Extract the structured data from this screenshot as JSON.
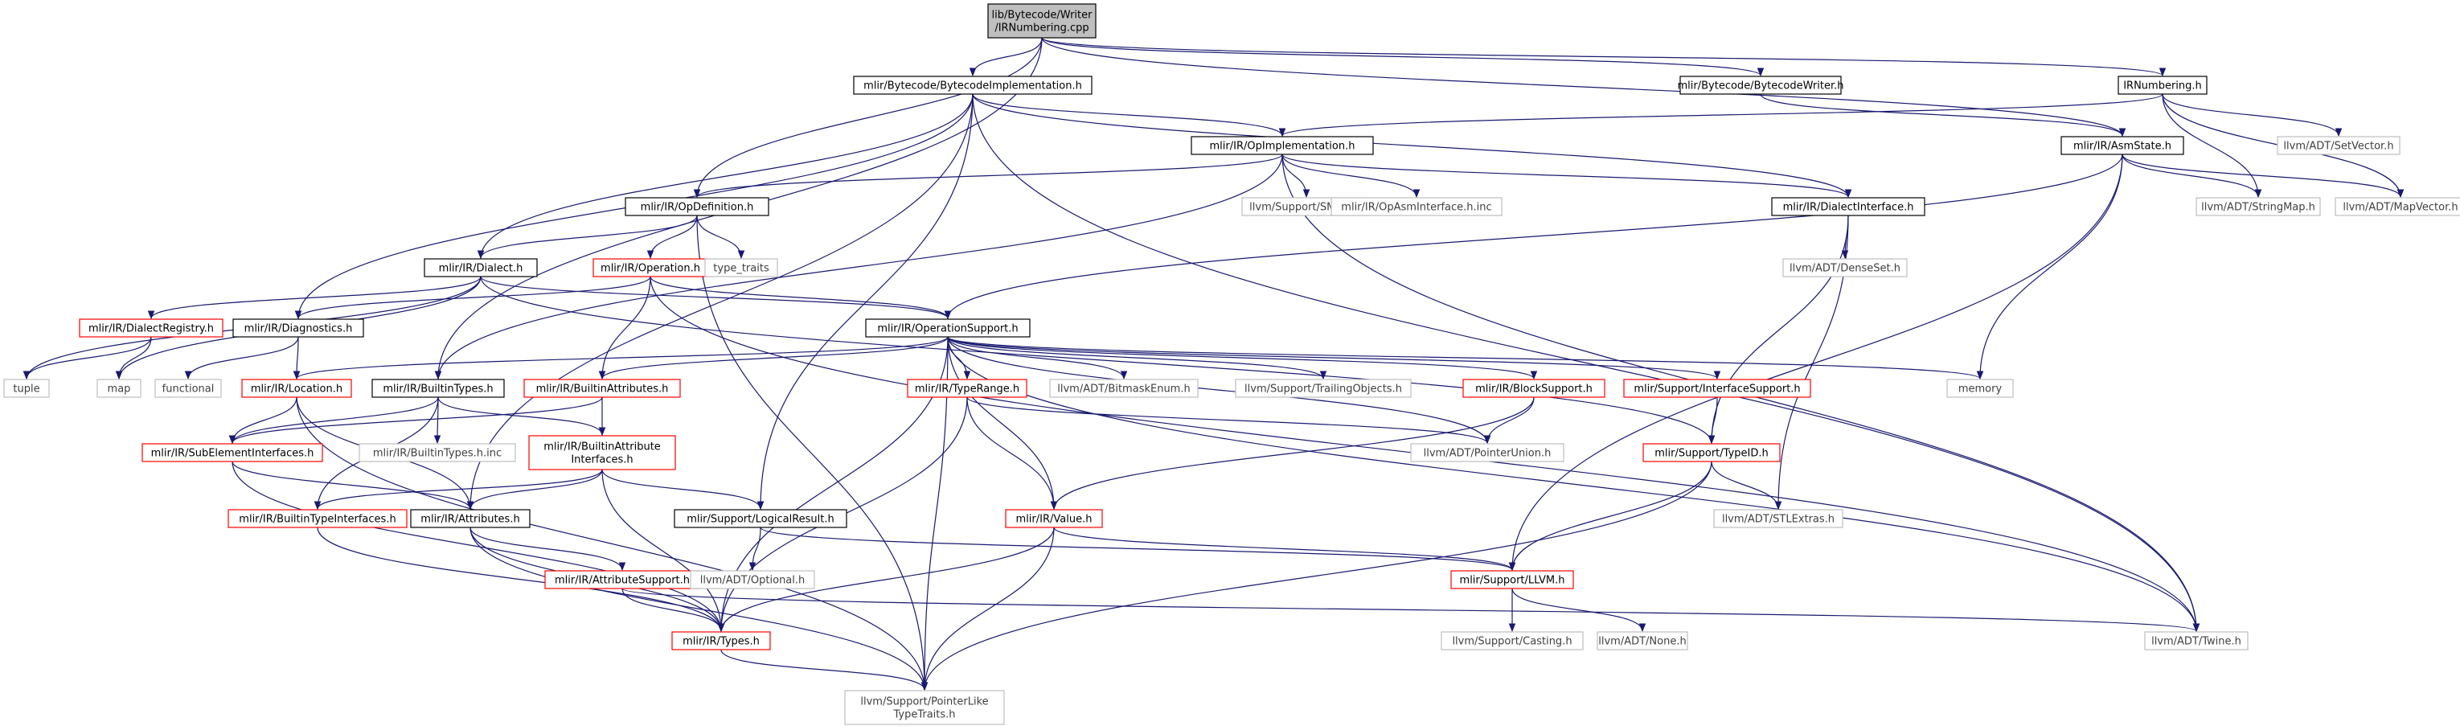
{
  "colors": {
    "edge": "#191970",
    "root_fill": "#bfbfbf",
    "border_default": "#000000",
    "border_truncated": "#ff0000",
    "border_external": "#bfbfbf",
    "text_default": "#000000",
    "text_external": "#404040"
  },
  "nodes": [
    {
      "id": "root",
      "label": [
        "lib/Bytecode/Writer",
        "/IRNumbering.cpp"
      ],
      "kind": "root"
    },
    {
      "id": "bcimpl",
      "label": [
        "mlir/Bytecode/BytecodeImplementation.h"
      ],
      "kind": "default"
    },
    {
      "id": "bcwriter",
      "label": [
        "mlir/Bytecode/BytecodeWriter.h"
      ],
      "kind": "default"
    },
    {
      "id": "irnum",
      "label": [
        "IRNumbering.h"
      ],
      "kind": "default"
    },
    {
      "id": "opimpl",
      "label": [
        "mlir/IR/OpImplementation.h"
      ],
      "kind": "default"
    },
    {
      "id": "asmstate",
      "label": [
        "mlir/IR/AsmState.h"
      ],
      "kind": "default"
    },
    {
      "id": "setvector",
      "label": [
        "llvm/ADT/SetVector.h"
      ],
      "kind": "external"
    },
    {
      "id": "opdef",
      "label": [
        "mlir/IR/OpDefinition.h"
      ],
      "kind": "default"
    },
    {
      "id": "smloc",
      "label": [
        "llvm/Support/SMLoc.h"
      ],
      "kind": "external"
    },
    {
      "id": "opasm",
      "label": [
        "mlir/IR/OpAsmInterface.h.inc"
      ],
      "kind": "external"
    },
    {
      "id": "dialectiface",
      "label": [
        "mlir/IR/DialectInterface.h"
      ],
      "kind": "default"
    },
    {
      "id": "stringmap",
      "label": [
        "llvm/ADT/StringMap.h"
      ],
      "kind": "external"
    },
    {
      "id": "mapvector",
      "label": [
        "llvm/ADT/MapVector.h"
      ],
      "kind": "external"
    },
    {
      "id": "dialect",
      "label": [
        "mlir/IR/Dialect.h"
      ],
      "kind": "default"
    },
    {
      "id": "operation",
      "label": [
        "mlir/IR/Operation.h"
      ],
      "kind": "truncated"
    },
    {
      "id": "typetraits",
      "label": [
        "type_traits"
      ],
      "kind": "external"
    },
    {
      "id": "denseset",
      "label": [
        "llvm/ADT/DenseSet.h"
      ],
      "kind": "external"
    },
    {
      "id": "dialectreg",
      "label": [
        "mlir/IR/DialectRegistry.h"
      ],
      "kind": "truncated"
    },
    {
      "id": "diagnostics",
      "label": [
        "mlir/IR/Diagnostics.h"
      ],
      "kind": "default"
    },
    {
      "id": "opsupport",
      "label": [
        "mlir/IR/OperationSupport.h"
      ],
      "kind": "default"
    },
    {
      "id": "tuple",
      "label": [
        "tuple"
      ],
      "kind": "external"
    },
    {
      "id": "map",
      "label": [
        "map"
      ],
      "kind": "external"
    },
    {
      "id": "functional",
      "label": [
        "functional"
      ],
      "kind": "external"
    },
    {
      "id": "location",
      "label": [
        "mlir/IR/Location.h"
      ],
      "kind": "truncated"
    },
    {
      "id": "builtintypes",
      "label": [
        "mlir/IR/BuiltinTypes.h"
      ],
      "kind": "default"
    },
    {
      "id": "builtinattrs",
      "label": [
        "mlir/IR/BuiltinAttributes.h"
      ],
      "kind": "truncated"
    },
    {
      "id": "typerange",
      "label": [
        "mlir/IR/TypeRange.h"
      ],
      "kind": "truncated"
    },
    {
      "id": "bitmask",
      "label": [
        "llvm/ADT/BitmaskEnum.h"
      ],
      "kind": "external"
    },
    {
      "id": "trailing",
      "label": [
        "llvm/Support/TrailingObjects.h"
      ],
      "kind": "external"
    },
    {
      "id": "blocksupport",
      "label": [
        "mlir/IR/BlockSupport.h"
      ],
      "kind": "truncated"
    },
    {
      "id": "ifacesupport",
      "label": [
        "mlir/Support/InterfaceSupport.h"
      ],
      "kind": "truncated"
    },
    {
      "id": "memory",
      "label": [
        "memory"
      ],
      "kind": "external"
    },
    {
      "id": "subelem",
      "label": [
        "mlir/IR/SubElementInterfaces.h"
      ],
      "kind": "truncated"
    },
    {
      "id": "builtintypesinc",
      "label": [
        "mlir/IR/BuiltinTypes.h.inc"
      ],
      "kind": "external"
    },
    {
      "id": "builtinattrifaces",
      "label": [
        "mlir/IR/BuiltinAttribute",
        "Interfaces.h"
      ],
      "kind": "truncated"
    },
    {
      "id": "ptrunion",
      "label": [
        "llvm/ADT/PointerUnion.h"
      ],
      "kind": "external"
    },
    {
      "id": "typeid",
      "label": [
        "mlir/Support/TypeID.h"
      ],
      "kind": "truncated"
    },
    {
      "id": "builtintypeifaces",
      "label": [
        "mlir/IR/BuiltinTypeInterfaces.h"
      ],
      "kind": "truncated"
    },
    {
      "id": "attributes",
      "label": [
        "mlir/IR/Attributes.h"
      ],
      "kind": "default"
    },
    {
      "id": "logicalresult",
      "label": [
        "mlir/Support/LogicalResult.h"
      ],
      "kind": "default"
    },
    {
      "id": "value",
      "label": [
        "mlir/IR/Value.h"
      ],
      "kind": "truncated"
    },
    {
      "id": "stlextras",
      "label": [
        "llvm/ADT/STLExtras.h"
      ],
      "kind": "external"
    },
    {
      "id": "attrsupport",
      "label": [
        "mlir/IR/AttributeSupport.h"
      ],
      "kind": "truncated"
    },
    {
      "id": "optional",
      "label": [
        "llvm/ADT/Optional.h"
      ],
      "kind": "external"
    },
    {
      "id": "llvm",
      "label": [
        "mlir/Support/LLVM.h"
      ],
      "kind": "truncated"
    },
    {
      "id": "types",
      "label": [
        "mlir/IR/Types.h"
      ],
      "kind": "truncated"
    },
    {
      "id": "casting",
      "label": [
        "llvm/Support/Casting.h"
      ],
      "kind": "external"
    },
    {
      "id": "none",
      "label": [
        "llvm/ADT/None.h"
      ],
      "kind": "external"
    },
    {
      "id": "twine",
      "label": [
        "llvm/ADT/Twine.h"
      ],
      "kind": "external"
    },
    {
      "id": "ptrlike",
      "label": [
        "llvm/Support/PointerLike",
        "TypeTraits.h"
      ],
      "kind": "external"
    }
  ],
  "edges": [
    [
      "root",
      "bcimpl"
    ],
    [
      "root",
      "bcwriter"
    ],
    [
      "root",
      "irnum"
    ],
    [
      "root",
      "opdef"
    ],
    [
      "root",
      "builtintypes"
    ],
    [
      "root",
      "asmstate"
    ],
    [
      "bcimpl",
      "opimpl"
    ],
    [
      "bcimpl",
      "dialect"
    ],
    [
      "bcimpl",
      "diagnostics"
    ],
    [
      "bcimpl",
      "dialectiface"
    ],
    [
      "bcimpl",
      "attributes"
    ],
    [
      "bcimpl",
      "logicalresult"
    ],
    [
      "bcimpl",
      "twine"
    ],
    [
      "bcwriter",
      "asmstate"
    ],
    [
      "irnum",
      "opimpl"
    ],
    [
      "irnum",
      "setvector"
    ],
    [
      "irnum",
      "stringmap"
    ],
    [
      "irnum",
      "mapvector"
    ],
    [
      "opimpl",
      "opdef"
    ],
    [
      "opimpl",
      "dialectiface"
    ],
    [
      "opimpl",
      "smloc"
    ],
    [
      "opimpl",
      "opasm"
    ],
    [
      "opimpl",
      "builtintypes"
    ],
    [
      "opimpl",
      "twine"
    ],
    [
      "asmstate",
      "opsupport"
    ],
    [
      "asmstate",
      "stringmap"
    ],
    [
      "asmstate",
      "mapvector"
    ],
    [
      "asmstate",
      "memory"
    ],
    [
      "asmstate",
      "llvm"
    ],
    [
      "opdef",
      "dialect"
    ],
    [
      "opdef",
      "operation"
    ],
    [
      "opdef",
      "typetraits"
    ],
    [
      "opdef",
      "ptrlike"
    ],
    [
      "dialectiface",
      "denseset"
    ],
    [
      "dialectiface",
      "typeid"
    ],
    [
      "dialectiface",
      "stlextras"
    ],
    [
      "dialect",
      "dialectreg"
    ],
    [
      "dialect",
      "opsupport"
    ],
    [
      "dialect",
      "tuple"
    ],
    [
      "dialect",
      "map"
    ],
    [
      "dialect",
      "typeid"
    ],
    [
      "operation",
      "diagnostics"
    ],
    [
      "operation",
      "opsupport"
    ],
    [
      "operation",
      "builtinattrs"
    ],
    [
      "operation",
      "twine"
    ],
    [
      "dialectreg",
      "tuple"
    ],
    [
      "dialectreg",
      "map"
    ],
    [
      "diagnostics",
      "location"
    ],
    [
      "diagnostics",
      "functional"
    ],
    [
      "opsupport",
      "location"
    ],
    [
      "opsupport",
      "builtinattrs"
    ],
    [
      "opsupport",
      "typerange"
    ],
    [
      "opsupport",
      "bitmask"
    ],
    [
      "opsupport",
      "trailing"
    ],
    [
      "opsupport",
      "blocksupport"
    ],
    [
      "opsupport",
      "ifacesupport"
    ],
    [
      "opsupport",
      "memory"
    ],
    [
      "opsupport",
      "ptrunion"
    ],
    [
      "opsupport",
      "value"
    ],
    [
      "opsupport",
      "types"
    ],
    [
      "opsupport",
      "ptrlike"
    ],
    [
      "opsupport",
      "twine"
    ],
    [
      "location",
      "subelem"
    ],
    [
      "location",
      "attributes"
    ],
    [
      "location",
      "ptrlike"
    ],
    [
      "builtintypes",
      "subelem"
    ],
    [
      "builtintypes",
      "builtintypesinc"
    ],
    [
      "builtintypes",
      "builtinattrifaces"
    ],
    [
      "builtintypes",
      "builtintypeifaces"
    ],
    [
      "builtinattrs",
      "subelem"
    ],
    [
      "builtinattrs",
      "builtinattrifaces"
    ],
    [
      "typerange",
      "ptrunion"
    ],
    [
      "typerange",
      "value"
    ],
    [
      "typerange",
      "types"
    ],
    [
      "blocksupport",
      "ptrunion"
    ],
    [
      "blocksupport",
      "value"
    ],
    [
      "ifacesupport",
      "typeid"
    ],
    [
      "subelem",
      "attributes"
    ],
    [
      "subelem",
      "types"
    ],
    [
      "builtinattrifaces",
      "builtintypeifaces"
    ],
    [
      "builtinattrifaces",
      "attributes"
    ],
    [
      "builtinattrifaces",
      "logicalresult"
    ],
    [
      "builtinattrifaces",
      "types"
    ],
    [
      "typeid",
      "stlextras"
    ],
    [
      "typeid",
      "llvm"
    ],
    [
      "typeid",
      "ptrlike"
    ],
    [
      "builtintypeifaces",
      "types"
    ],
    [
      "attributes",
      "attrsupport"
    ],
    [
      "attributes",
      "types"
    ],
    [
      "attributes",
      "ptrlike"
    ],
    [
      "logicalresult",
      "optional"
    ],
    [
      "logicalresult",
      "llvm"
    ],
    [
      "value",
      "llvm"
    ],
    [
      "value",
      "types"
    ],
    [
      "value",
      "ptrlike"
    ],
    [
      "attrsupport",
      "types"
    ],
    [
      "attrsupport",
      "twine"
    ],
    [
      "llvm",
      "casting"
    ],
    [
      "llvm",
      "none"
    ],
    [
      "types",
      "ptrlike"
    ]
  ]
}
